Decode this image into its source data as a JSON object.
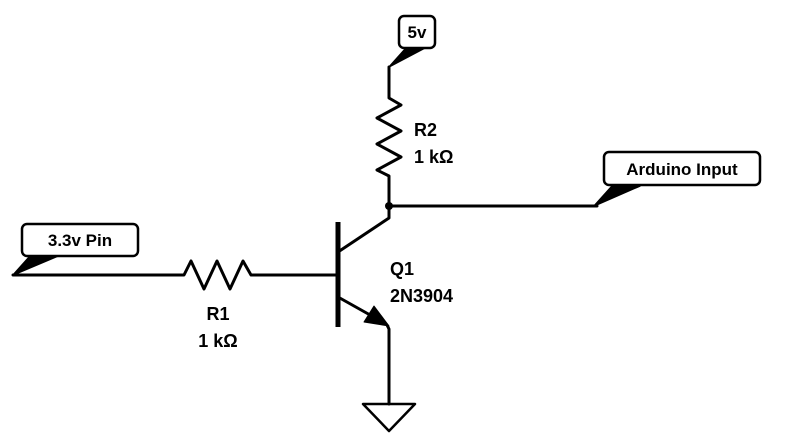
{
  "net_labels": {
    "supply": "5v",
    "input": "3.3v Pin",
    "output": "Arduino Input"
  },
  "components": {
    "r1": {
      "ref": "R1",
      "value": "1 kΩ"
    },
    "r2": {
      "ref": "R2",
      "value": "1 kΩ"
    },
    "q1": {
      "ref": "Q1",
      "value": "2N3904"
    }
  }
}
